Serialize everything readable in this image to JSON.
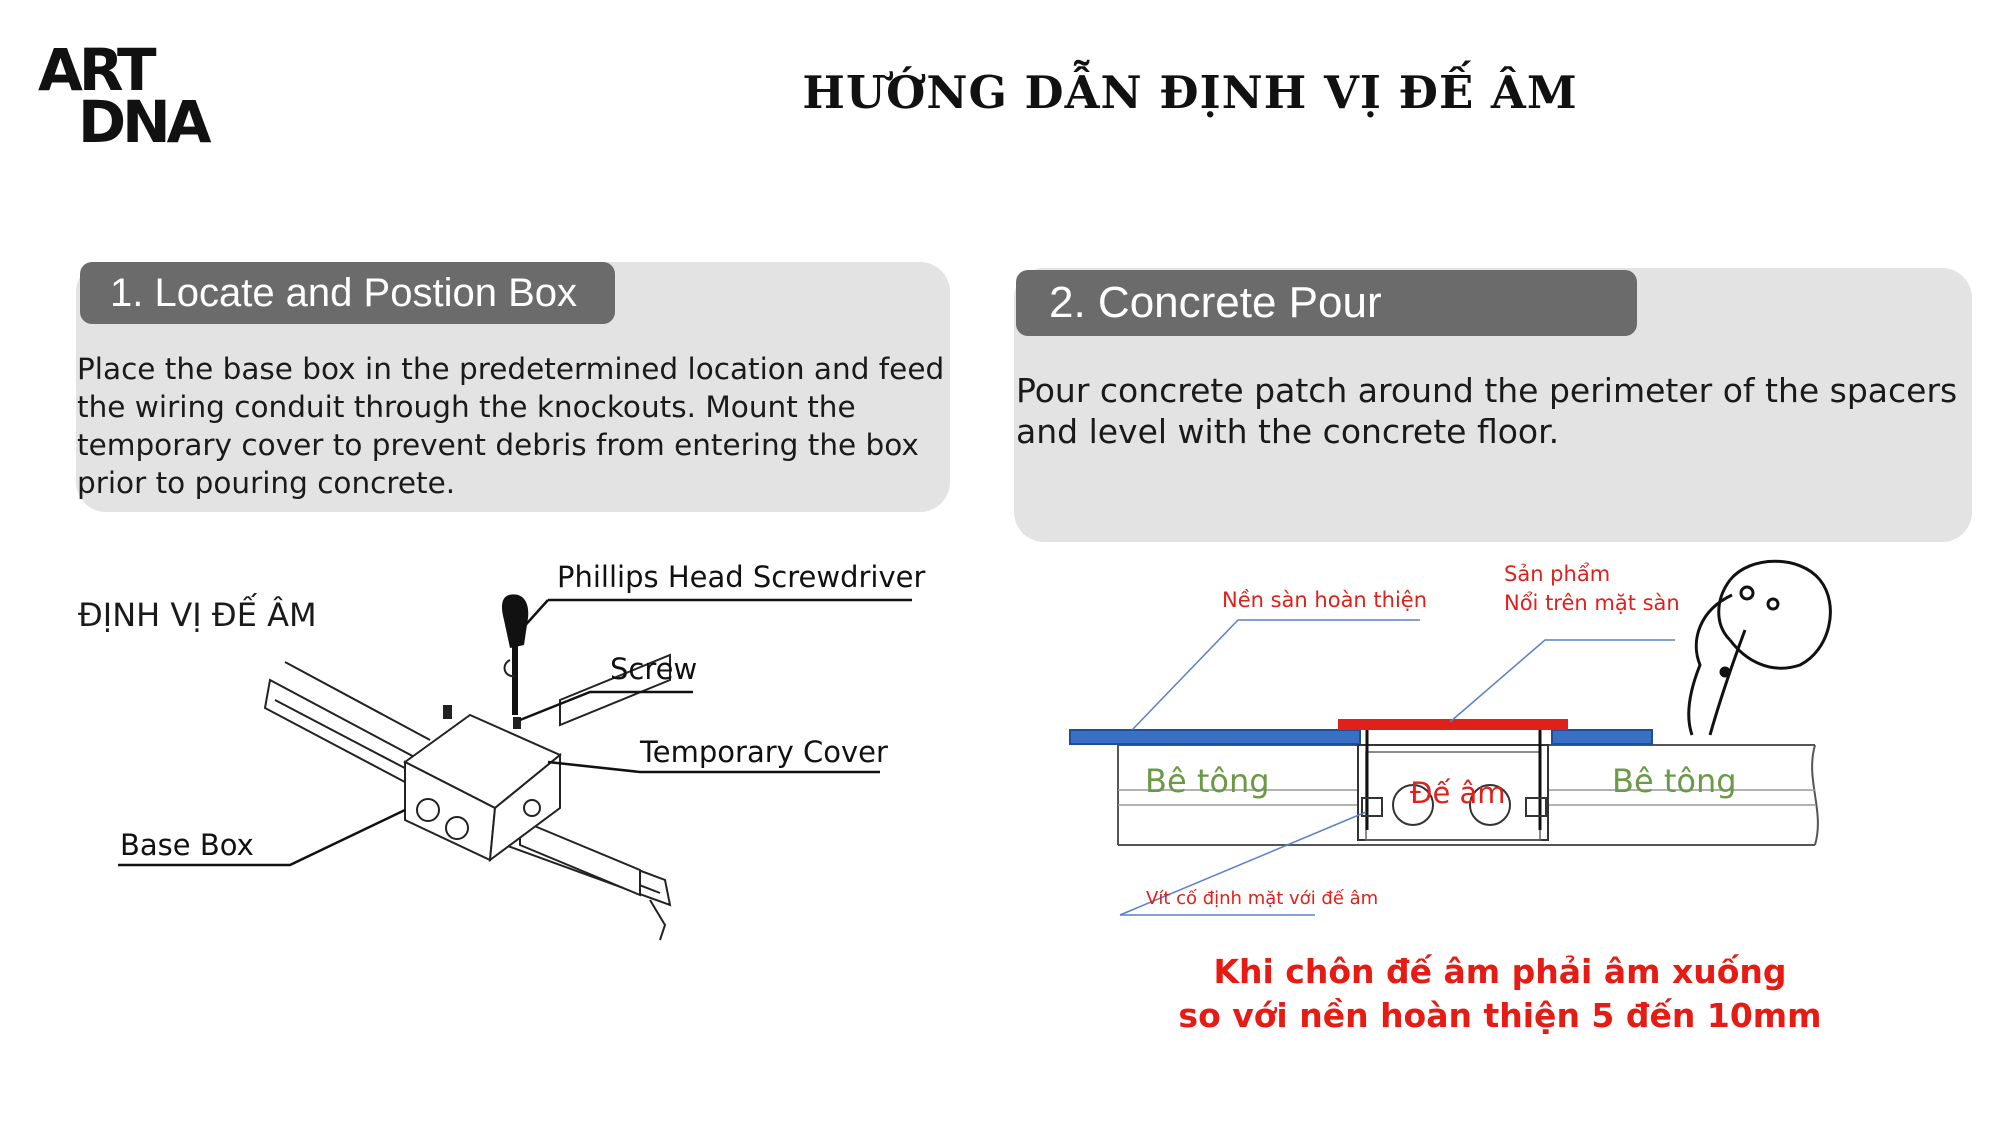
{
  "header": {
    "logo_line1": "ART",
    "logo_line2": "DNA",
    "title": "HƯỚNG DẪN ĐỊNH VỊ ĐẾ ÂM"
  },
  "step1": {
    "heading": "1. Locate and Postion Box",
    "body": "Place the base box in the predetermined location and feed the wiring conduit through the knockouts. Mount the temporary cover to prevent debris from entering the box prior to pouring concrete.",
    "sublabel": "ĐỊNH VỊ ĐẾ ÂM",
    "callouts": {
      "screwdriver": "Phillips Head Screwdriver",
      "screw": "Screw",
      "cover": "Temporary Cover",
      "base_box": "Base Box"
    }
  },
  "step2": {
    "heading": "2. Concrete Pour",
    "body": "Pour concrete patch around the perimeter of the spacers and level with the concrete floor.",
    "callouts": {
      "finished_floor": "Nền sàn hoàn thiện",
      "product_line1": "Sản phẩm",
      "product_line2": "Nổi trên mặt sàn",
      "concrete_left": "Bê tông",
      "concrete_right": "Bê tông",
      "box": "Đế âm",
      "screw_fix": "Vít cố định mặt với đế âm"
    },
    "note_line1": "Khi chôn đế âm phải âm xuống",
    "note_line2": "so với nền hoàn thiện 5 đến 10mm"
  },
  "colors": {
    "panel": "#e3e3e3",
    "tab": "#6b6b6b",
    "floor_blue": "#3a70c3",
    "product_red": "#e0201b",
    "concrete_green": "#6a9a45"
  }
}
